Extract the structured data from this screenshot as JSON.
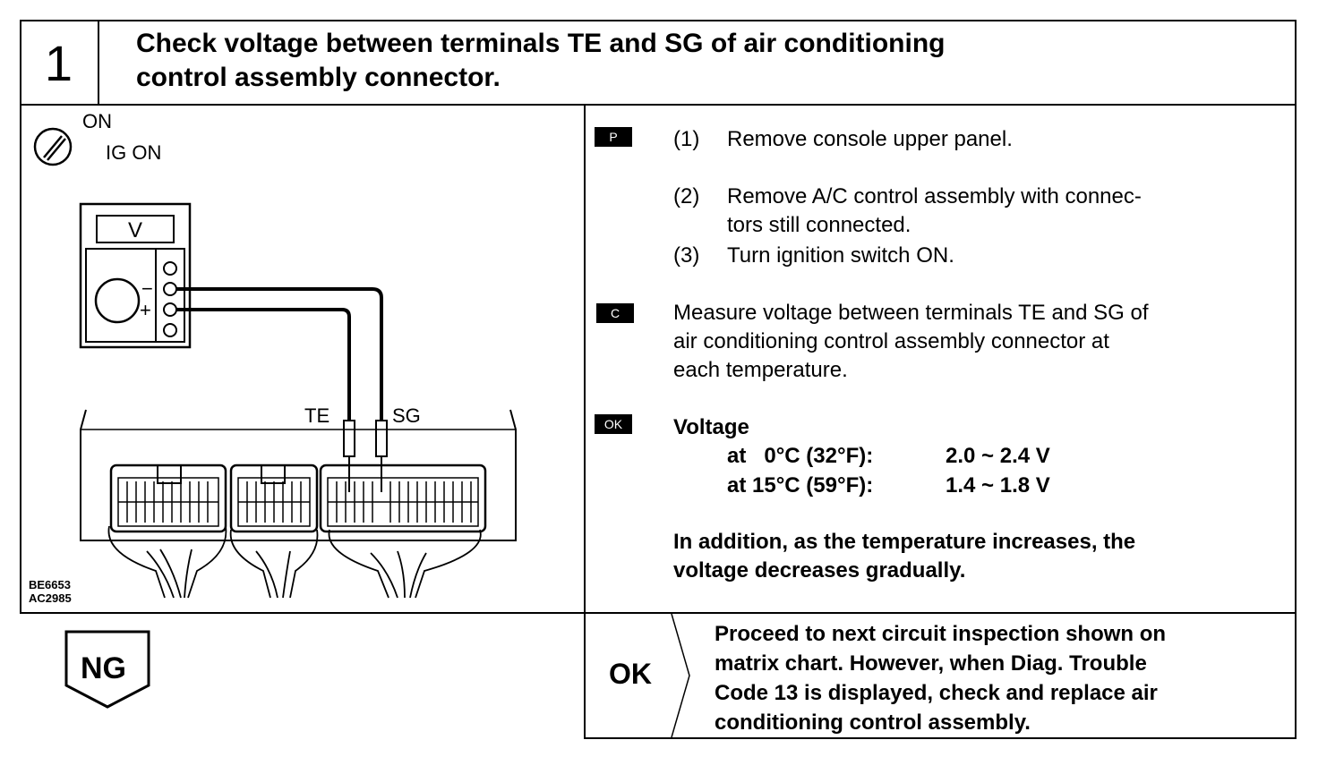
{
  "header": {
    "step_number": "1",
    "title_line1": "Check voltage between terminals TE and SG of air conditioning",
    "title_line2": "control assembly connector."
  },
  "figure": {
    "ignition_on": "ON",
    "ignition_ig_on": "IG ON",
    "meter_label": "V",
    "minus": "−",
    "plus": "+",
    "terminal_te": "TE",
    "terminal_sg": "SG",
    "code1": "BE6653",
    "code2": "AC2985"
  },
  "prep": {
    "tag": "P",
    "steps": [
      {
        "num": "(1)",
        "line1": "Remove console upper panel.",
        "line2": ""
      },
      {
        "num": "(2)",
        "line1": "Remove A/C control assembly with connec-",
        "line2": "tors still connected."
      },
      {
        "num": "(3)",
        "line1": "Turn ignition switch ON.",
        "line2": ""
      }
    ]
  },
  "check": {
    "tag": "C",
    "line1": "Measure voltage between terminals TE and SG of",
    "line2": "air conditioning control assembly connector at",
    "line3": "each temperature."
  },
  "ok_spec": {
    "tag": "OK",
    "heading": "Voltage",
    "rows": [
      {
        "cond": "at   0°C (32°F):",
        "value": "2.0 ~ 2.4 V"
      },
      {
        "cond": "at 15°C (59°F):",
        "value": "1.4 ~ 1.8 V"
      }
    ],
    "note_line1": "In addition, as the temperature increases, the",
    "note_line2": "voltage decreases gradually."
  },
  "result": {
    "ng_label": "NG",
    "ok_label": "OK",
    "proceed_line1": "Proceed to next circuit inspection shown on",
    "proceed_line2": "matrix chart. However, when Diag. Trouble",
    "proceed_line3": "Code 13 is displayed, check and replace air",
    "proceed_line4": "conditioning control assembly."
  }
}
